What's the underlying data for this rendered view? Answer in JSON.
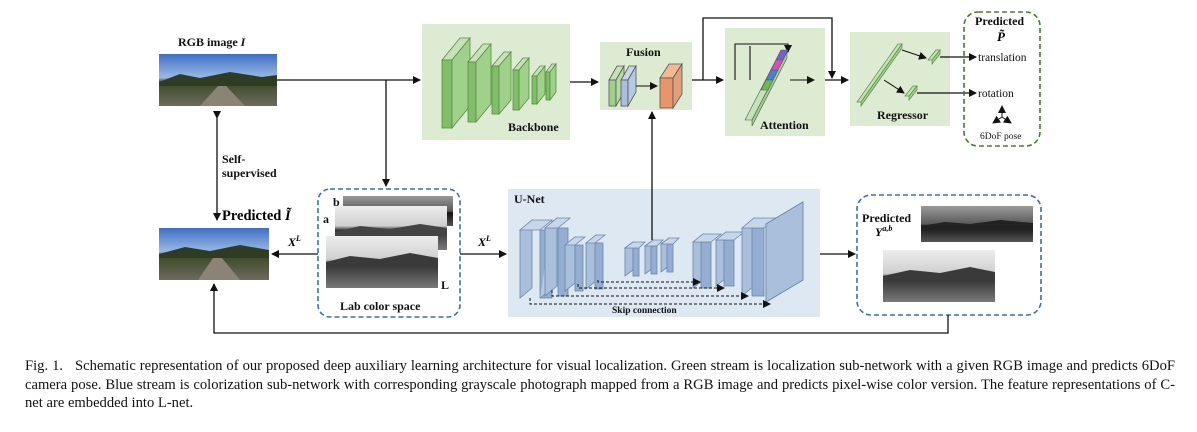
{
  "figure": {
    "rgb_image_label": "RGB image",
    "rgb_image_symbol": "I",
    "self_supervised": [
      "Self-",
      "supervised"
    ],
    "predicted_i_label": "Predicted",
    "predicted_i_symbol": "Ĩ",
    "xl_symbol": "X",
    "xl_superscript": "L",
    "lab_channel_b": "b",
    "lab_channel_a": "a",
    "lab_channel_l": "L",
    "lab_color_space": "Lab color space",
    "unet_label": "U-Net",
    "skip_connection": "Skip connection",
    "backbone_label": "Backbone",
    "fusion_label": "Fusion",
    "attention_label": "Attention",
    "regressor_label": "Regressor",
    "predicted_p_label": "Predicted",
    "predicted_p_symbol": "P̃",
    "translation_label": "translation",
    "rotation_label": "rotation",
    "pose_label": "6DoF pose",
    "predicted_y_label": "Predicted",
    "predicted_y_symbol": "Y",
    "predicted_y_superscript": "a,b",
    "colors": {
      "green_panel": "#dcebd2",
      "green_block": "#9fd18a",
      "blue_panel": "#dde8f2",
      "blue_block": "#a9bfdc",
      "orange_block": "#e8956a",
      "dash_blue": "#3b6fa8",
      "dash_green": "#4d7a36"
    }
  },
  "caption": {
    "lead": "Fig. 1.",
    "text": "Schematic representation of our proposed deep auxiliary learning architecture for visual localization. Green stream is localization sub-network with a given RGB image and predicts 6DoF camera pose. Blue stream is colorization sub-network with corresponding grayscale photograph mapped from a RGB image and predicts pixel-wise color version. The feature representations of C-net are embedded into L-net."
  }
}
